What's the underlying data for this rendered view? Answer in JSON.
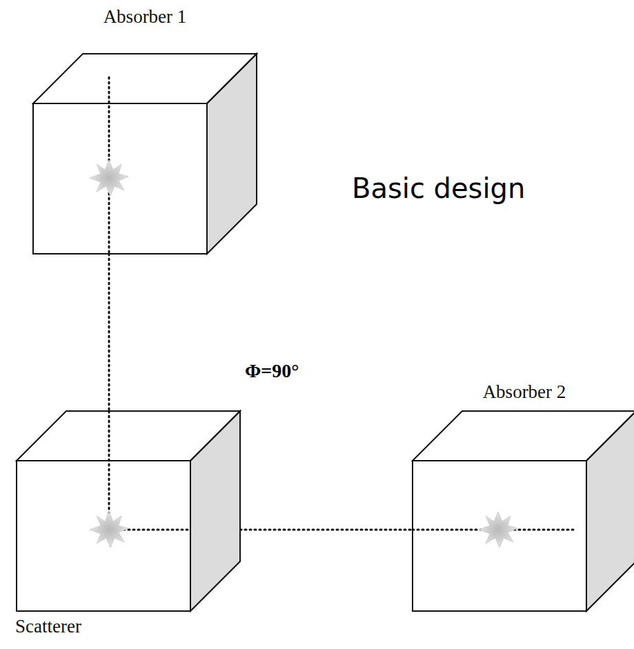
{
  "diagram": {
    "nodes": [
      {
        "text": [
          "Absorber 1"
        ]
      },
      {
        "text": [
          "Absorber 2"
        ]
      },
      {
        "text": [
          "Scatterer"
        ]
      }
    ],
    "edges": [
      {
        "from": 0,
        "to": 2,
        "arrow": "none"
      },
      {
        "from": 2,
        "to": 1,
        "arrow": "none"
      }
    ],
    "labels": [
      "Basic design",
      "Φ=90°"
    ]
  }
}
